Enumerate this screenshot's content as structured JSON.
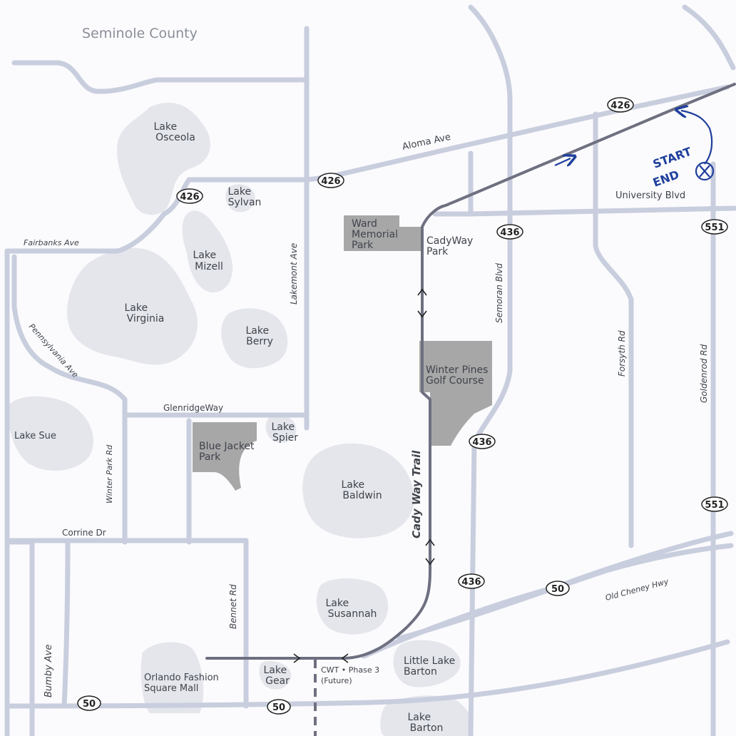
{
  "colors": {
    "road": "#c9cede",
    "road_outline": "#b9bfd2",
    "lake": "#e4e6ec",
    "park": "#a7a7a7",
    "trail": "#6e7080",
    "ink": "#1f3f9c"
  },
  "map": {
    "county": "Seminole County",
    "lakes": {
      "osceola": [
        "Lake",
        "Osceola"
      ],
      "sylvan": [
        "Lake",
        "Sylvan"
      ],
      "mizell": [
        "Lake",
        "Mizell"
      ],
      "virginia": [
        "Lake",
        "Virginia"
      ],
      "berry": [
        "Lake",
        "Berry"
      ],
      "sue": "Lake Sue",
      "spier": [
        "Lake",
        "Spier"
      ],
      "baldwin": [
        "Lake",
        "Baldwin"
      ],
      "susannah": [
        "Lake",
        "Susannah"
      ],
      "gear": [
        "Lake",
        "Gear"
      ],
      "little_barton": [
        "Little Lake",
        "Barton"
      ],
      "barton": [
        "Lake",
        "Barton"
      ]
    },
    "parks": {
      "ward": [
        "Ward",
        "Memorial",
        "Park"
      ],
      "cadyway": [
        "CadyWay",
        "Park"
      ],
      "winter_pines": [
        "Winter Pines",
        "Golf Course"
      ],
      "blue_jacket": [
        "Blue Jacket",
        "Park"
      ]
    },
    "places": {
      "mall": [
        "Orlando Fashion",
        "Square Mall"
      ],
      "cwt_phase3": [
        "CWT • Phase 3",
        "(Future)"
      ]
    },
    "roads": {
      "aloma": "Aloma Ave",
      "university": "University Blvd",
      "fairbanks": "Fairbanks Ave",
      "pennsylvania": "Pennsylvania Ave",
      "lakemont": "Lakemont Ave",
      "semoran": "Semoran Blvd",
      "forsyth": "Forsyth Rd",
      "goldenrod": "Goldenrod Rd",
      "glenridge": "GlenridgeWay",
      "winter_park_rd": "Winter Park Rd",
      "corrine": "Corrine Dr",
      "bennet": "Bennet Rd",
      "bumby": "Bumby Ave",
      "old_cheney": "Old Cheney Hwy",
      "trail": "Cady Way Trail"
    },
    "shields": {
      "r426": "426",
      "r436": "436",
      "r551": "551",
      "r50": "50"
    },
    "handwritten": {
      "start": "START",
      "end": "END"
    }
  }
}
